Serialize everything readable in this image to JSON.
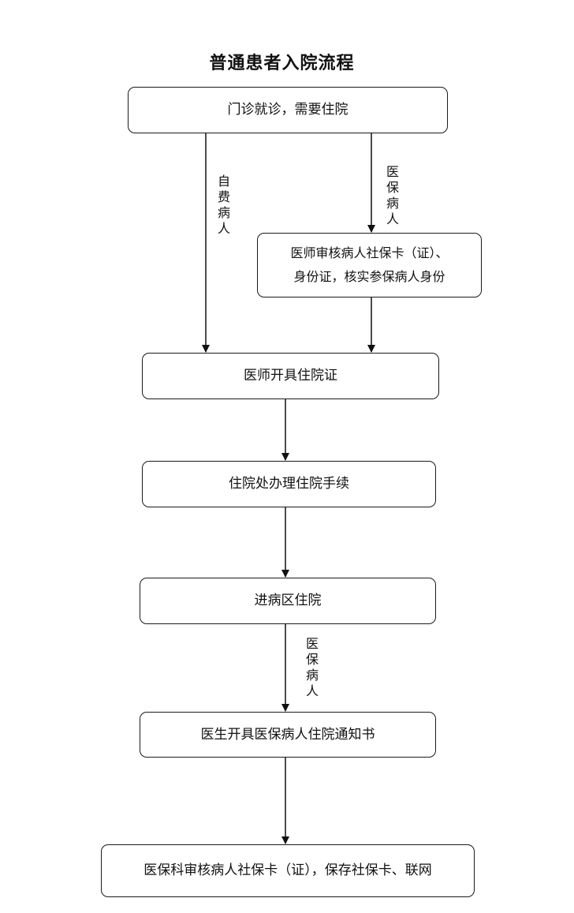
{
  "title": "普通患者入院流程",
  "steps": {
    "outpatient": "门诊就诊，需要住院",
    "verify_line1": "医师审核病人社保卡（证）、",
    "verify_line2": "身份证，核实参保病人身份",
    "issue_certificate": "医师开具住院证",
    "admission_procedure": "住院处办理住院手续",
    "enter_ward": "进病区住院",
    "insurance_notice": "医生开具医保病人住院通知书",
    "insurance_review": "医保科审核病人社保卡（证），保存社保卡、联网"
  },
  "labels": {
    "self_pay": "自费病人",
    "insured_1": "医保病人",
    "insured_2": "医保病人"
  }
}
